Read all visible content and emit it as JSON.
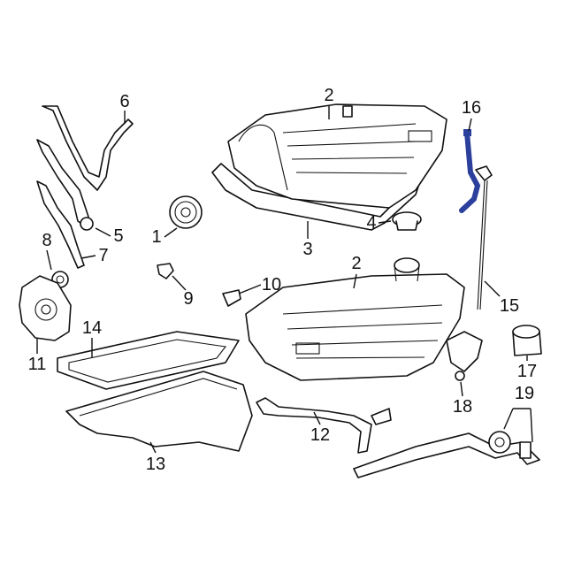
{
  "diagram": {
    "highlight_color": "#2b3f9c",
    "callouts": [
      "1",
      "2",
      "2",
      "3",
      "4",
      "5",
      "6",
      "7",
      "8",
      "9",
      "10",
      "11",
      "12",
      "13",
      "14",
      "15",
      "16",
      "17",
      "18",
      "19"
    ]
  }
}
